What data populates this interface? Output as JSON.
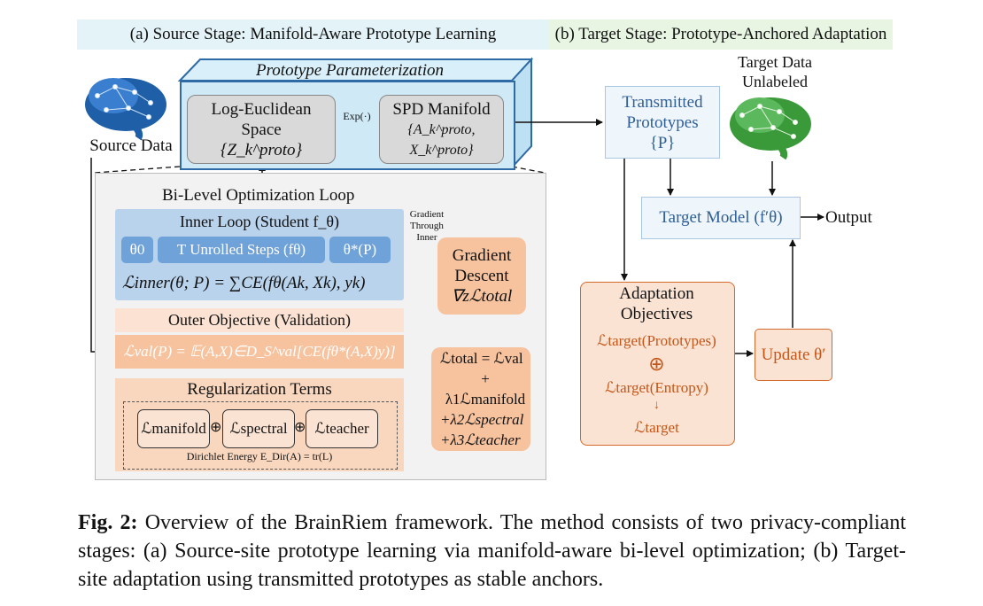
{
  "banners": {
    "source": "(a) Source Stage: Manifold-Aware Prototype Learning",
    "target": "(b) Target Stage: Prototype-Anchored Adaptation"
  },
  "labels": {
    "source_data": "Source Data",
    "target_data_1": "Target Data",
    "target_data_2": "Unlabeled"
  },
  "proto": {
    "title": "Prototype Parameterization",
    "log_line1": "Log-Euclidean",
    "log_line2": "Space",
    "log_line3": "{Z_k^proto}",
    "exp": "Exp(·)",
    "spd_line1": "SPD Manifold",
    "spd_line2": "{A_k^proto, X_k^proto}"
  },
  "bilevel": {
    "title": "Bi-Level Optimization Loop",
    "inner_title": "Inner Loop (Student f_θ)",
    "theta0": "θ0",
    "steps": "T Unrolled Steps (fθ)",
    "theta_star": "θ*(P)",
    "inner_eq": "ℒinner(θ; P) = ∑CE(fθ(Ak, Xk), yk)",
    "outer_title": "Outer Objective (Validation)",
    "outer_eq": "ℒval(P) = 𝔼(A,X)∈D_S^val[CE(fθ*(A,X)y)]",
    "reg_title": "Regularization Terms",
    "term1": "ℒmanifold",
    "term2": "ℒspectral",
    "term3": "ℒteacher",
    "dirichlet": "Dirichlet Energy E_Dir(A) = tr(L)",
    "grad_note": "Gradient Through Inner",
    "grad_line1": "Gradient",
    "grad_line2": "Descent",
    "grad_line3": "∇zℒtotal",
    "total_line1": "ℒtotal = ℒval",
    "total_line2": "+ λ1ℒmanifold",
    "total_line3": "+λ2ℒspectral",
    "total_line4": "+λ3ℒteacher"
  },
  "target": {
    "trans_line1": "Transmitted",
    "trans_line2": "Prototypes",
    "trans_line3": "{P}",
    "model": "Target Model (f′θ)",
    "output": "Output",
    "adapt_title_1": "Adaptation",
    "adapt_title_2": "Objectives",
    "adapt_line1": "ℒtarget(Prototypes)",
    "adapt_line2": "ℒtarget(Entropy)",
    "adapt_line3": "ℒtarget",
    "update": "Update θ′"
  },
  "caption": {
    "label": "Fig. 2:",
    "text": "Overview of the BrainRiem framework. The method consists of two privacy-compliant stages: (a) Source-site prototype learning via manifold-aware bi-level optimization; (b) Target-site adaptation using transmitted prototypes as stable anchors."
  },
  "colors": {
    "blue_accent": "#2e6aa6",
    "orange_accent": "#d36a2b",
    "brain_blue": "#1f5fa8",
    "brain_green": "#3a9a3a"
  }
}
